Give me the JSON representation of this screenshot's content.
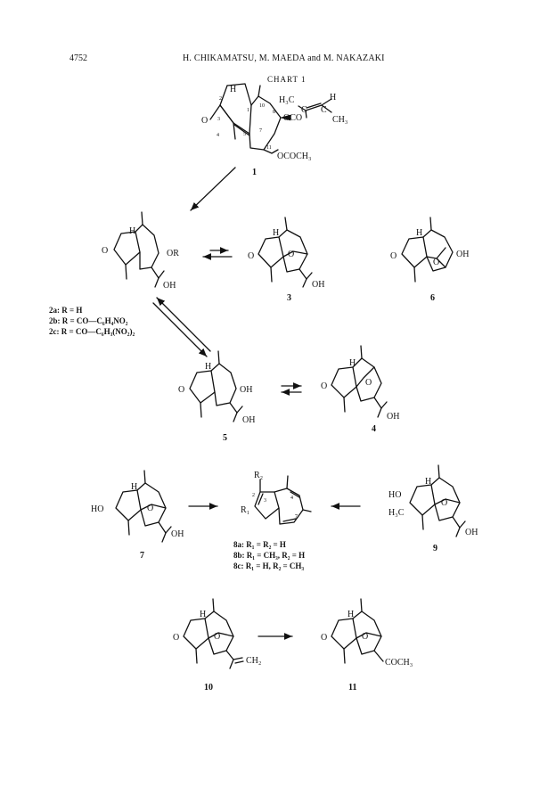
{
  "header": {
    "page_number": "4752",
    "running_head": "H. CHIKAMATSU, M. MAEDA and M. NAKAZAKI"
  },
  "chart_title": "CHART 1",
  "compounds": {
    "c1": {
      "number": "1",
      "ester": "OCO",
      "acetate": "OCOCH₃",
      "h3c": "H₃C",
      "ch3": "CH₃",
      "h": "H",
      "o": "O",
      "c": "C",
      "locants": [
        "1",
        "2",
        "3",
        "4",
        "5",
        "7",
        "8",
        "10",
        "11"
      ]
    },
    "c2": {
      "number": "2",
      "or": "OR",
      "oh": "OH",
      "o": "O",
      "h": "H"
    },
    "c3": {
      "number": "3",
      "o": "O",
      "oh": "OH",
      "h": "H"
    },
    "c6": {
      "number": "6",
      "o": "O",
      "oh": "OH",
      "h": "H"
    },
    "c5": {
      "number": "5",
      "o": "O",
      "oh": "OH",
      "oh2": "OH",
      "h": "H"
    },
    "c4": {
      "number": "4",
      "o": "O",
      "oh": "OH",
      "h": "H"
    },
    "c7": {
      "number": "7",
      "ho": "HO",
      "o": "O",
      "oh": "OH",
      "h": "H"
    },
    "c8": {
      "number": "8",
      "r1": "R₁",
      "r2": "R₂",
      "locants": [
        "2",
        "3",
        "4",
        "7"
      ]
    },
    "c9": {
      "number": "9",
      "ho": "HO",
      "h3c": "H₃C",
      "o": "O",
      "oh": "OH",
      "h": "H"
    },
    "c10": {
      "number": "10",
      "o": "O",
      "h": "H",
      "ch2": "CH₂"
    },
    "c11": {
      "number": "11",
      "o": "O",
      "h": "H",
      "coch3": "COCH₃"
    }
  },
  "legend_2": [
    {
      "id": "2a",
      "text": "2a: R = H"
    },
    {
      "id": "2b",
      "text": "2b: R = CO—C₆H₄NO₂"
    },
    {
      "id": "2c",
      "text": "2c: R = CO—C₆H₃(NO₂)₂"
    }
  ],
  "legend_8": [
    {
      "id": "8a",
      "text": "8a: R₁ = R₂ = H"
    },
    {
      "id": "8b",
      "text": "8b: R₁ = CH₃, R₂ = H"
    },
    {
      "id": "8c",
      "text": "8c: R₁ = H, R₂ = CH₃"
    }
  ]
}
